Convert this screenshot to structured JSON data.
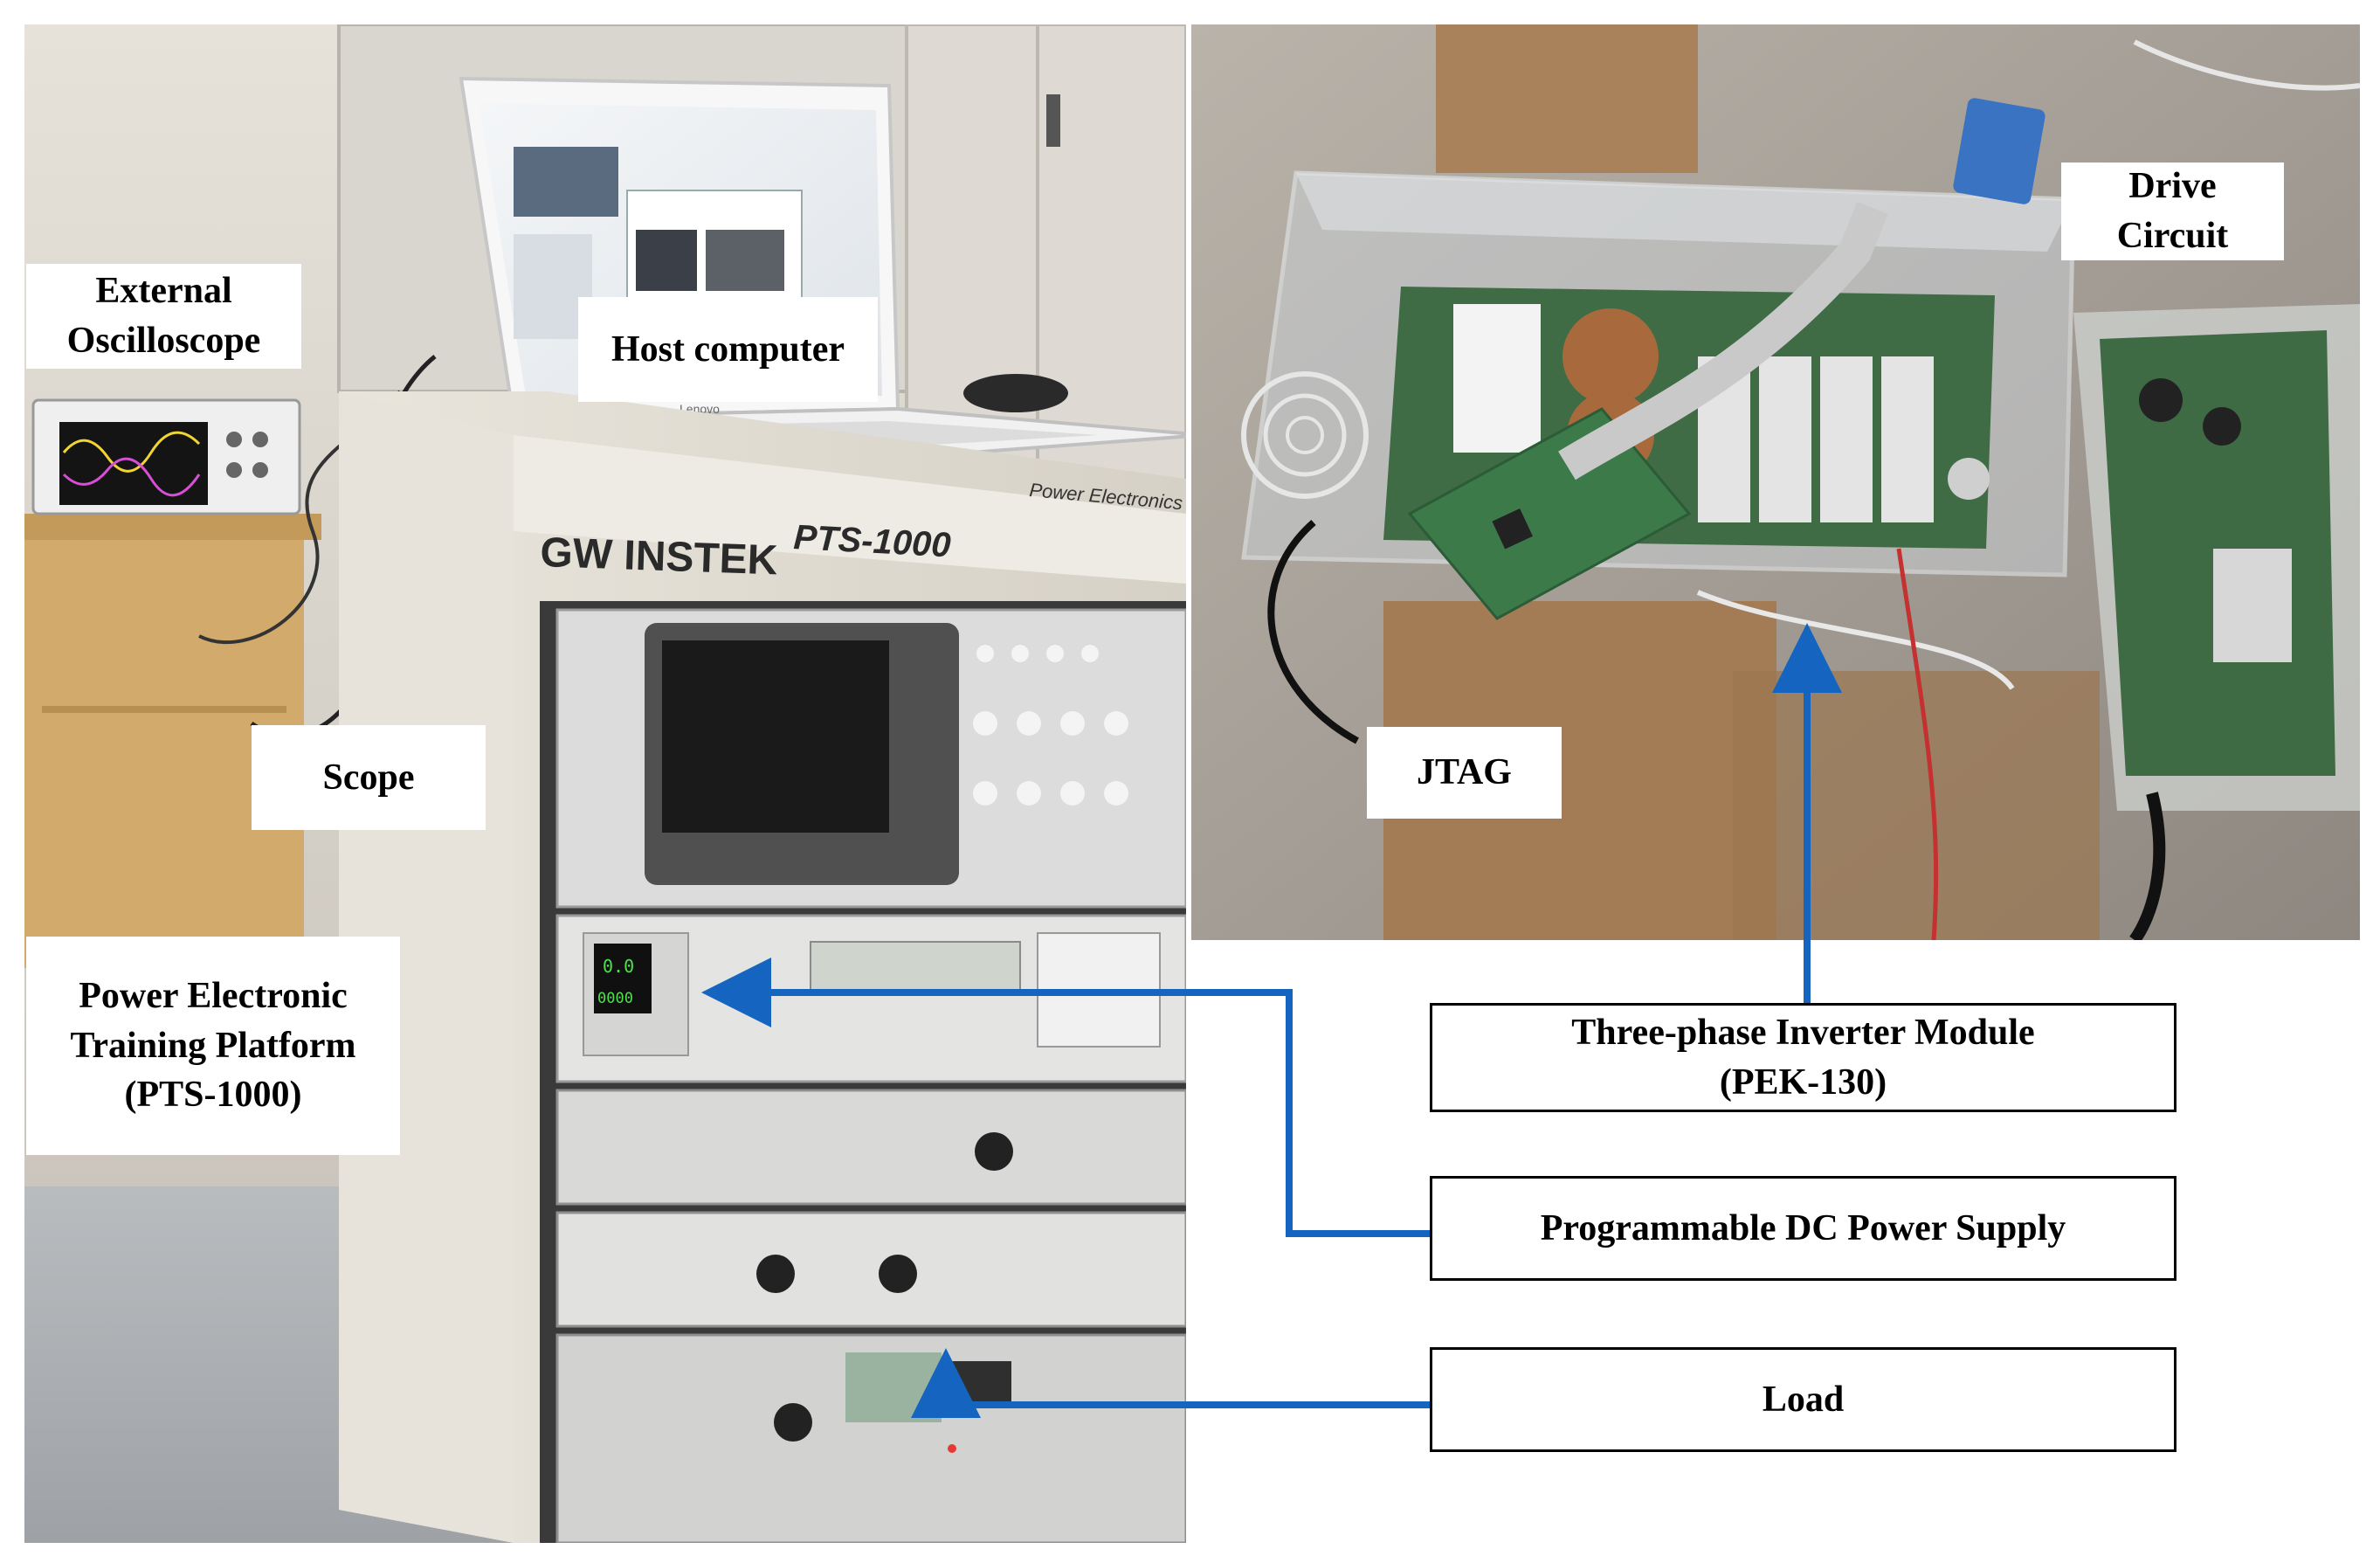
{
  "labels": {
    "external_oscilloscope": [
      "External",
      "Oscilloscope"
    ],
    "host_computer": "Host computer",
    "scope": "Scope",
    "power_electronic_training_platform": [
      "Power Electronic",
      "Training Platform",
      "(PTS-1000)"
    ],
    "drive_circuit": [
      "Drive",
      "Circuit"
    ],
    "jtag": "JTAG",
    "three_phase_inverter_module": [
      "Three-phase Inverter Module",
      "(PEK-130)"
    ],
    "programmable_dc_power_supply": "Programmable DC Power Supply",
    "load": "Load"
  },
  "photo_text": {
    "brand": "GW INSTEK",
    "model": "PTS-1000",
    "rack_caption": "Power Electronics T",
    "laptop_brand": "Lenovo",
    "psu_readout_top": "0.0",
    "psu_readout_bottom": "0000"
  },
  "colors": {
    "arrow": "#1565c0",
    "label_background": "#ffffff",
    "label_border": "#000000"
  }
}
